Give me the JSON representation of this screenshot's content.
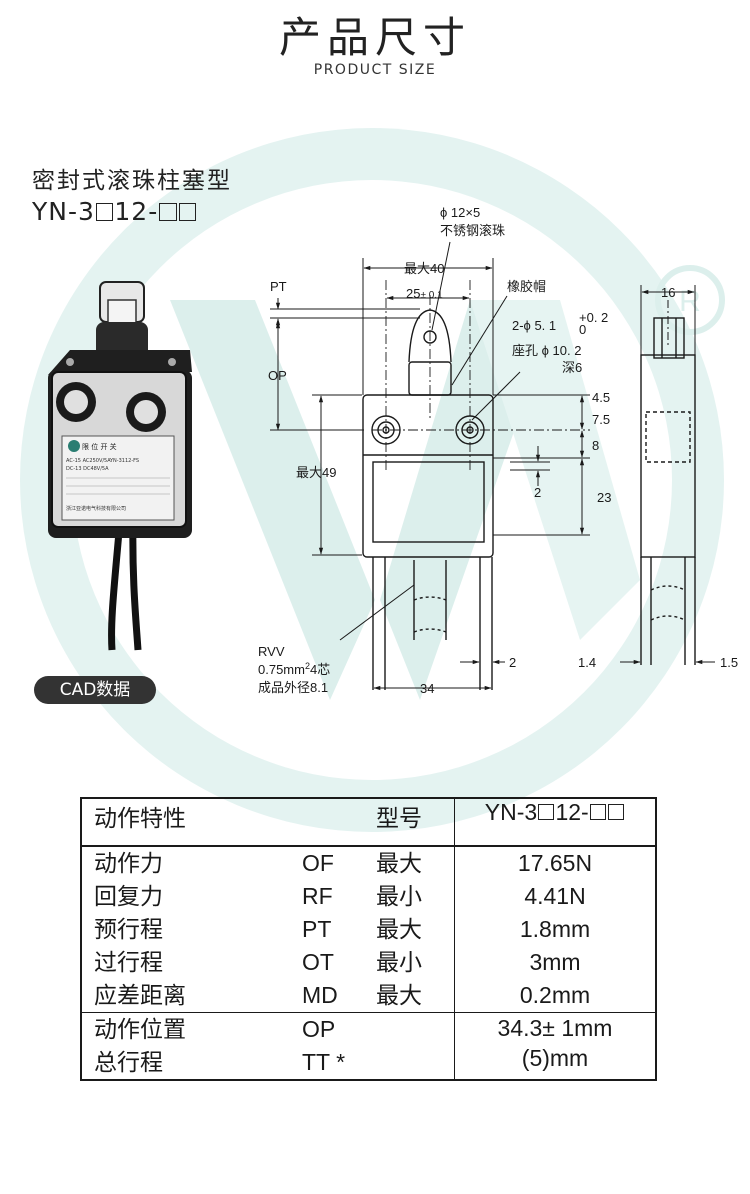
{
  "header": {
    "title": "产品尺寸",
    "subtitle": "PRODUCT SIZE"
  },
  "product": {
    "name": "密封式滚珠柱塞型",
    "model_prefix": "YN-3",
    "model_mid": "12-"
  },
  "cad_label": "CAD数据",
  "brand_color": "#3fae9f",
  "photo": {
    "label_lines": [
      "AC-15 AC250V/5A",
      "DC-13 DC48V/5A",
      "YN-3112-FS",
      "浙江亚诺电气科技有限公司"
    ],
    "nameplate": "限 位 开 关"
  },
  "drawing": {
    "roller": [
      "ϕ 12×5",
      "不锈钢滚珠"
    ],
    "max_width": "最大40",
    "pitch": "25",
    "pitch_tol": "± 0.1",
    "cap": "橡胶帽",
    "hole": "2-ϕ 5. 1",
    "hole_tol_up": "+0. 2",
    "hole_tol_low": "0",
    "counterbore": "座孔 ϕ 10. 2",
    "depth": "深6",
    "pt": "PT",
    "op": "OP",
    "max_height": "最大49",
    "dim_4_5": "4.5",
    "dim_7_5": "7.5",
    "dim_8": "8",
    "dim_2_small": "2",
    "dim_23": "23",
    "dim_2_right": "2",
    "dim_34": "34",
    "cable": [
      "RVV",
      "0.75mm",
      "2",
      "4芯",
      "成品外径8.1"
    ],
    "side_16": "16",
    "side_1_4": "1.4",
    "side_1_5": "1.5"
  },
  "table": {
    "header": {
      "col1": "动作特性",
      "col2": "型号",
      "model_prefix": "YN-3",
      "model_mid": "12-"
    },
    "rows1": [
      {
        "name": "动作力",
        "code": "OF",
        "limit": "最大",
        "value": "17.65N"
      },
      {
        "name": "回复力",
        "code": "RF",
        "limit": "最小",
        "value": "4.41N"
      },
      {
        "name": "预行程",
        "code": "PT",
        "limit": "最大",
        "value": "1.8mm"
      },
      {
        "name": "过行程",
        "code": "OT",
        "limit": "最小",
        "value": "3mm"
      },
      {
        "name": "应差距离",
        "code": "MD",
        "limit": "最大",
        "value": "0.2mm"
      }
    ],
    "rows2": [
      {
        "name": "动作位置",
        "code": "OP",
        "value": "34.3± 1mm"
      },
      {
        "name": "总行程",
        "code": "TT *",
        "value": "(5)mm"
      }
    ]
  }
}
